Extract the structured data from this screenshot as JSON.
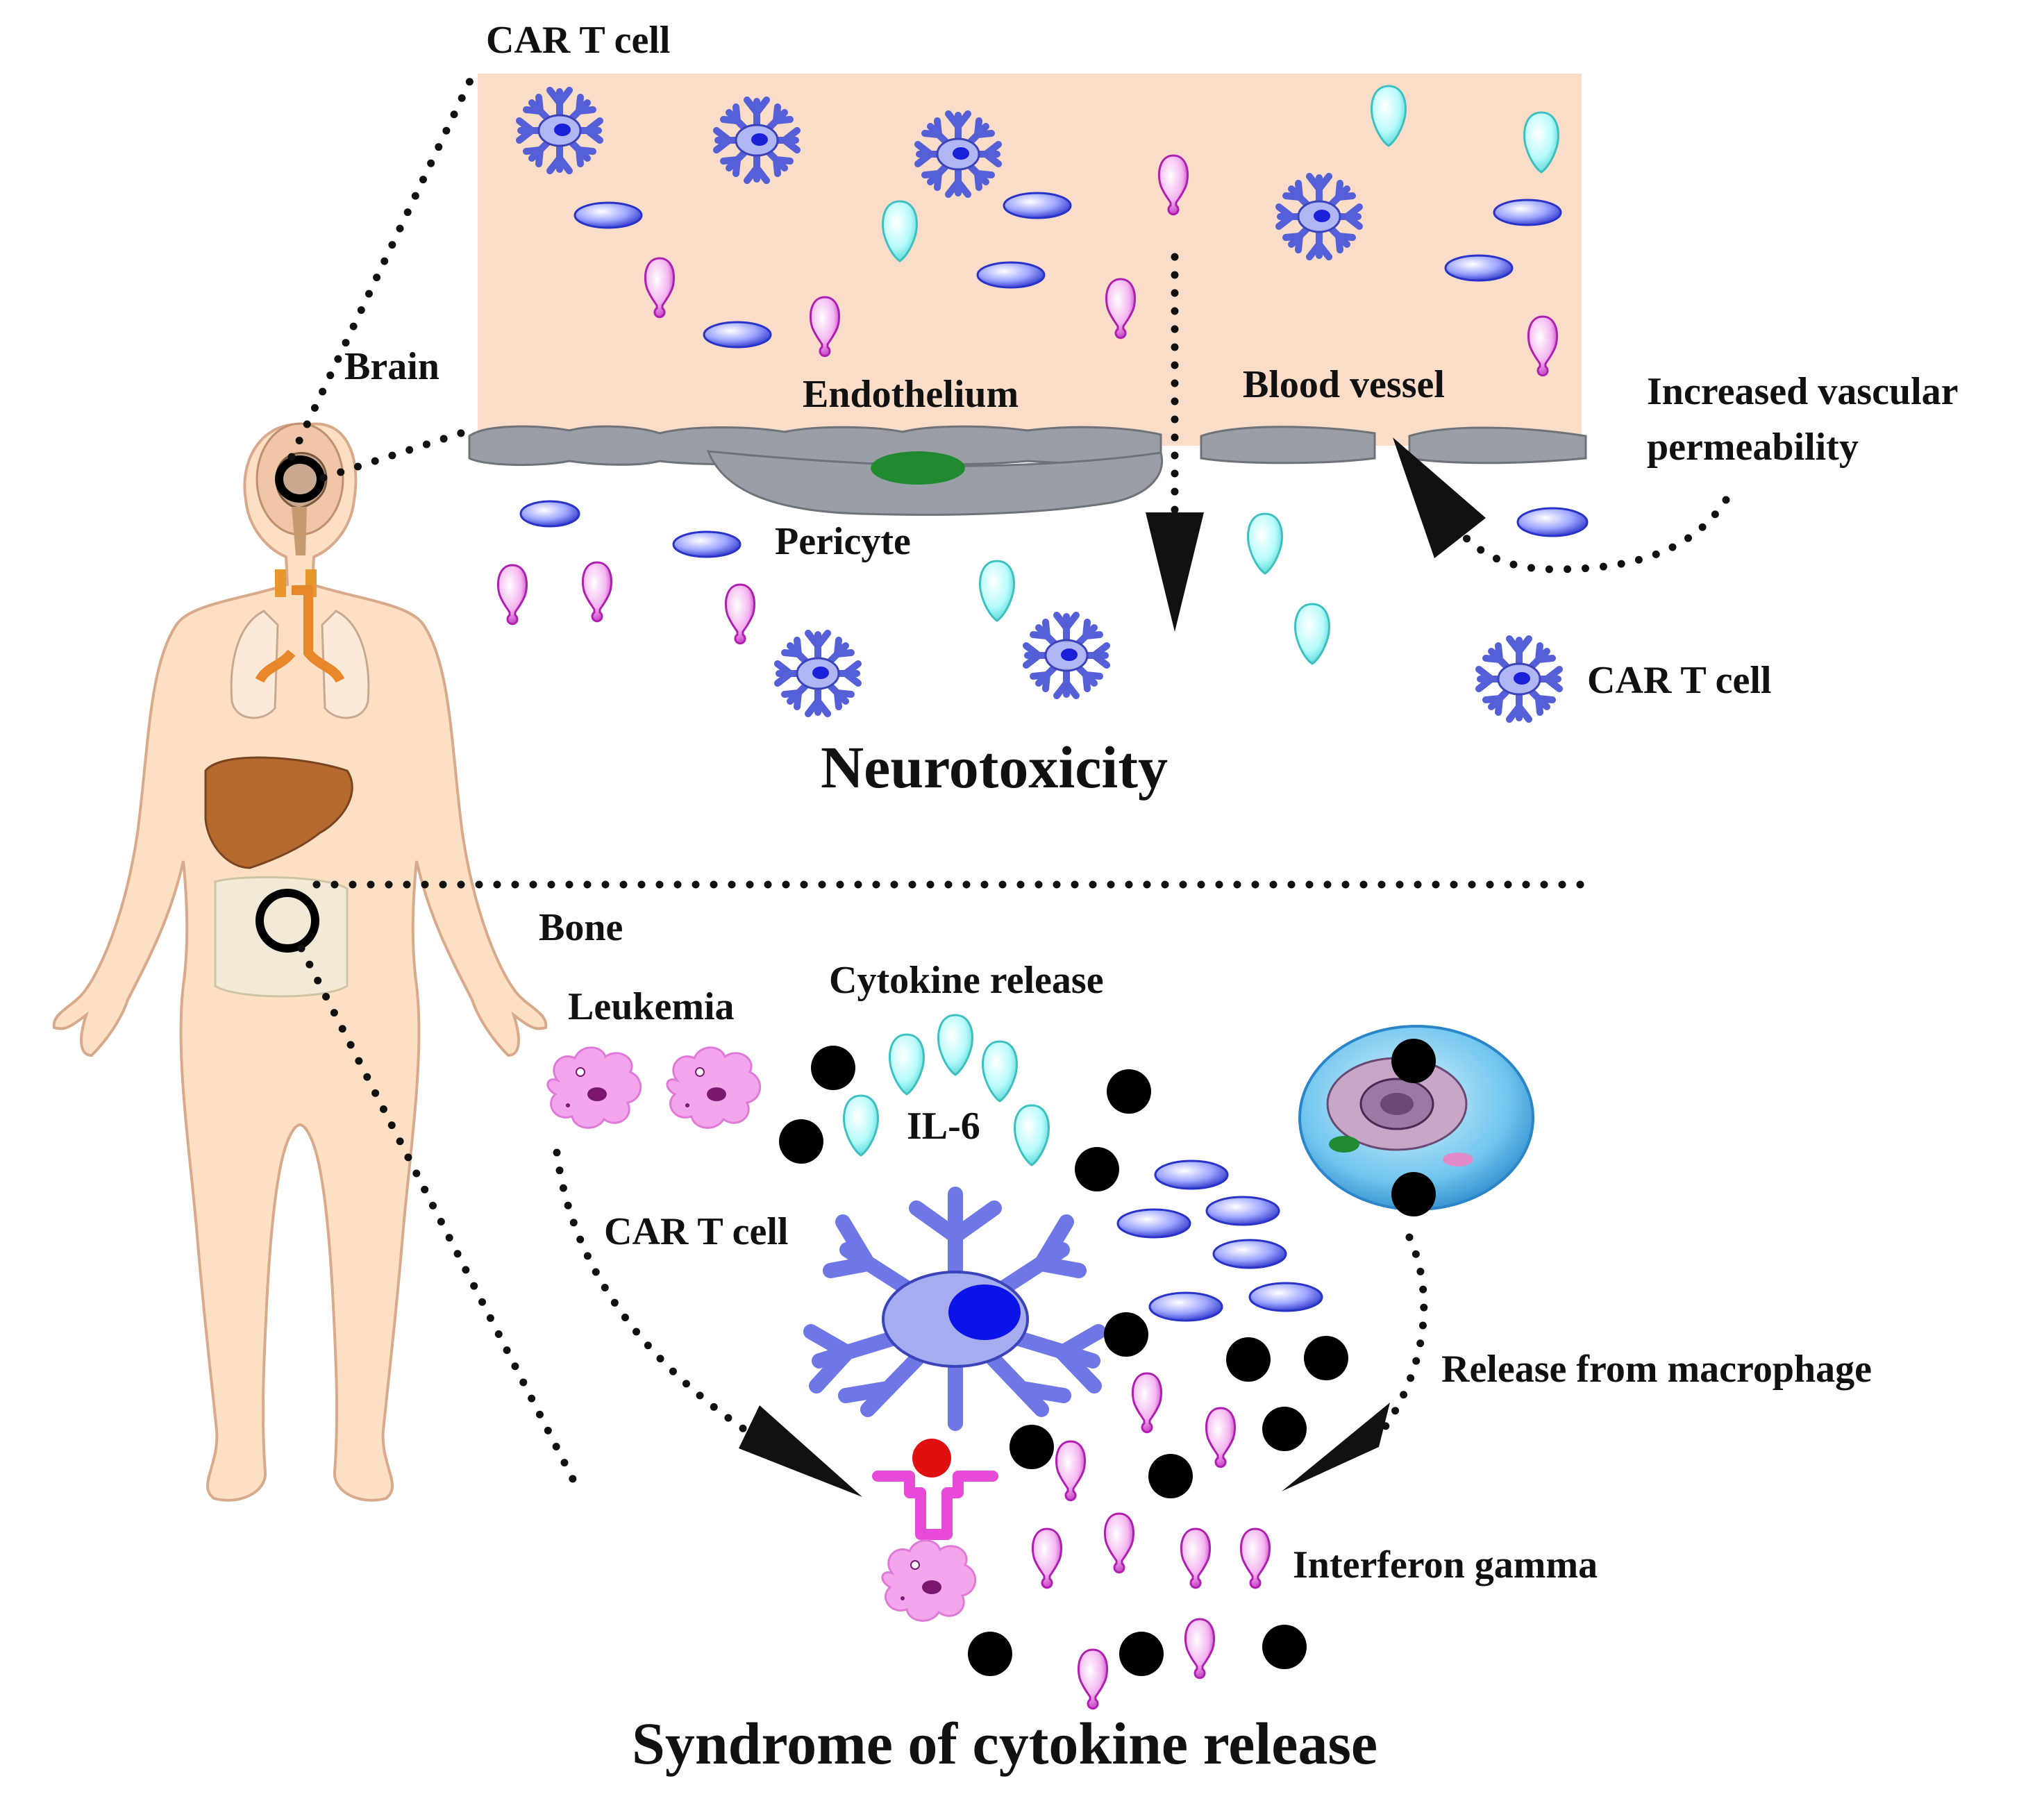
{
  "labels": {
    "car_t_top": "CAR T cell",
    "brain": "Brain",
    "endothelium": "Endothelium",
    "blood_vessel": "Blood vessel",
    "increased_permeability_1": "Increased vascular",
    "increased_permeability_2": "permeability",
    "pericyte": "Pericyte",
    "car_t_legend": "CAR T cell",
    "neurotoxicity": "Neurotoxicity",
    "bone": "Bone",
    "leukemia": "Leukemia",
    "cytokine_release": "Cytokine release",
    "il6": "IL-6",
    "car_t_bottom": "CAR T cell",
    "release_macrophage": "Release from macrophage",
    "interferon_gamma": "Interferon gamma",
    "syndrome": "Syndrome of cytokine release"
  },
  "colors": {
    "vessel_fill": "#f9ddc9",
    "endothelium_gray": "#9a9ea6",
    "pericyte_nucleus": "#1f8a2f",
    "car_t_blue": "#5560d8",
    "ellipse_blue": "#3a46d4",
    "il6_cyan": "#8cf0f0",
    "ifn_pink": "#e060d8",
    "leukemia_pink": "#f2a0e8",
    "cytokine_black": "#000000",
    "body_skin": "#fde0c4",
    "target_red": "#e01010"
  },
  "icons": [
    "car-t-cell-icon",
    "il6-droplet-icon",
    "interferon-gamma-icon",
    "cytokine-dot-icon",
    "leukemia-cell-icon",
    "macrophage-icon",
    "human-body-icon"
  ]
}
